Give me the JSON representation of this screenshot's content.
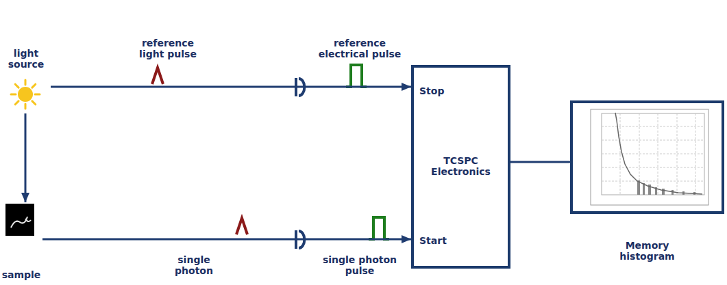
{
  "diagram": {
    "nodes": [
      {
        "text": [
          "light source"
        ]
      },
      {
        "text": [
          "sample"
        ]
      },
      {
        "text": [
          "Stop",
          "TCSPC Electronics",
          "Start"
        ]
      },
      {
        "text": [
          "Memory histogram"
        ]
      }
    ],
    "edges": [
      {
        "from": 0,
        "to": 1,
        "arrow": "to"
      },
      {
        "from": 0,
        "to": 2,
        "arrow": "to"
      },
      {
        "from": 1,
        "to": 2,
        "arrow": "to"
      },
      {
        "from": 2,
        "to": 3,
        "arrow": "none"
      }
    ],
    "labels": [
      "reference light pulse",
      "reference electrical pulse",
      "single photon",
      "single photon pulse"
    ]
  }
}
